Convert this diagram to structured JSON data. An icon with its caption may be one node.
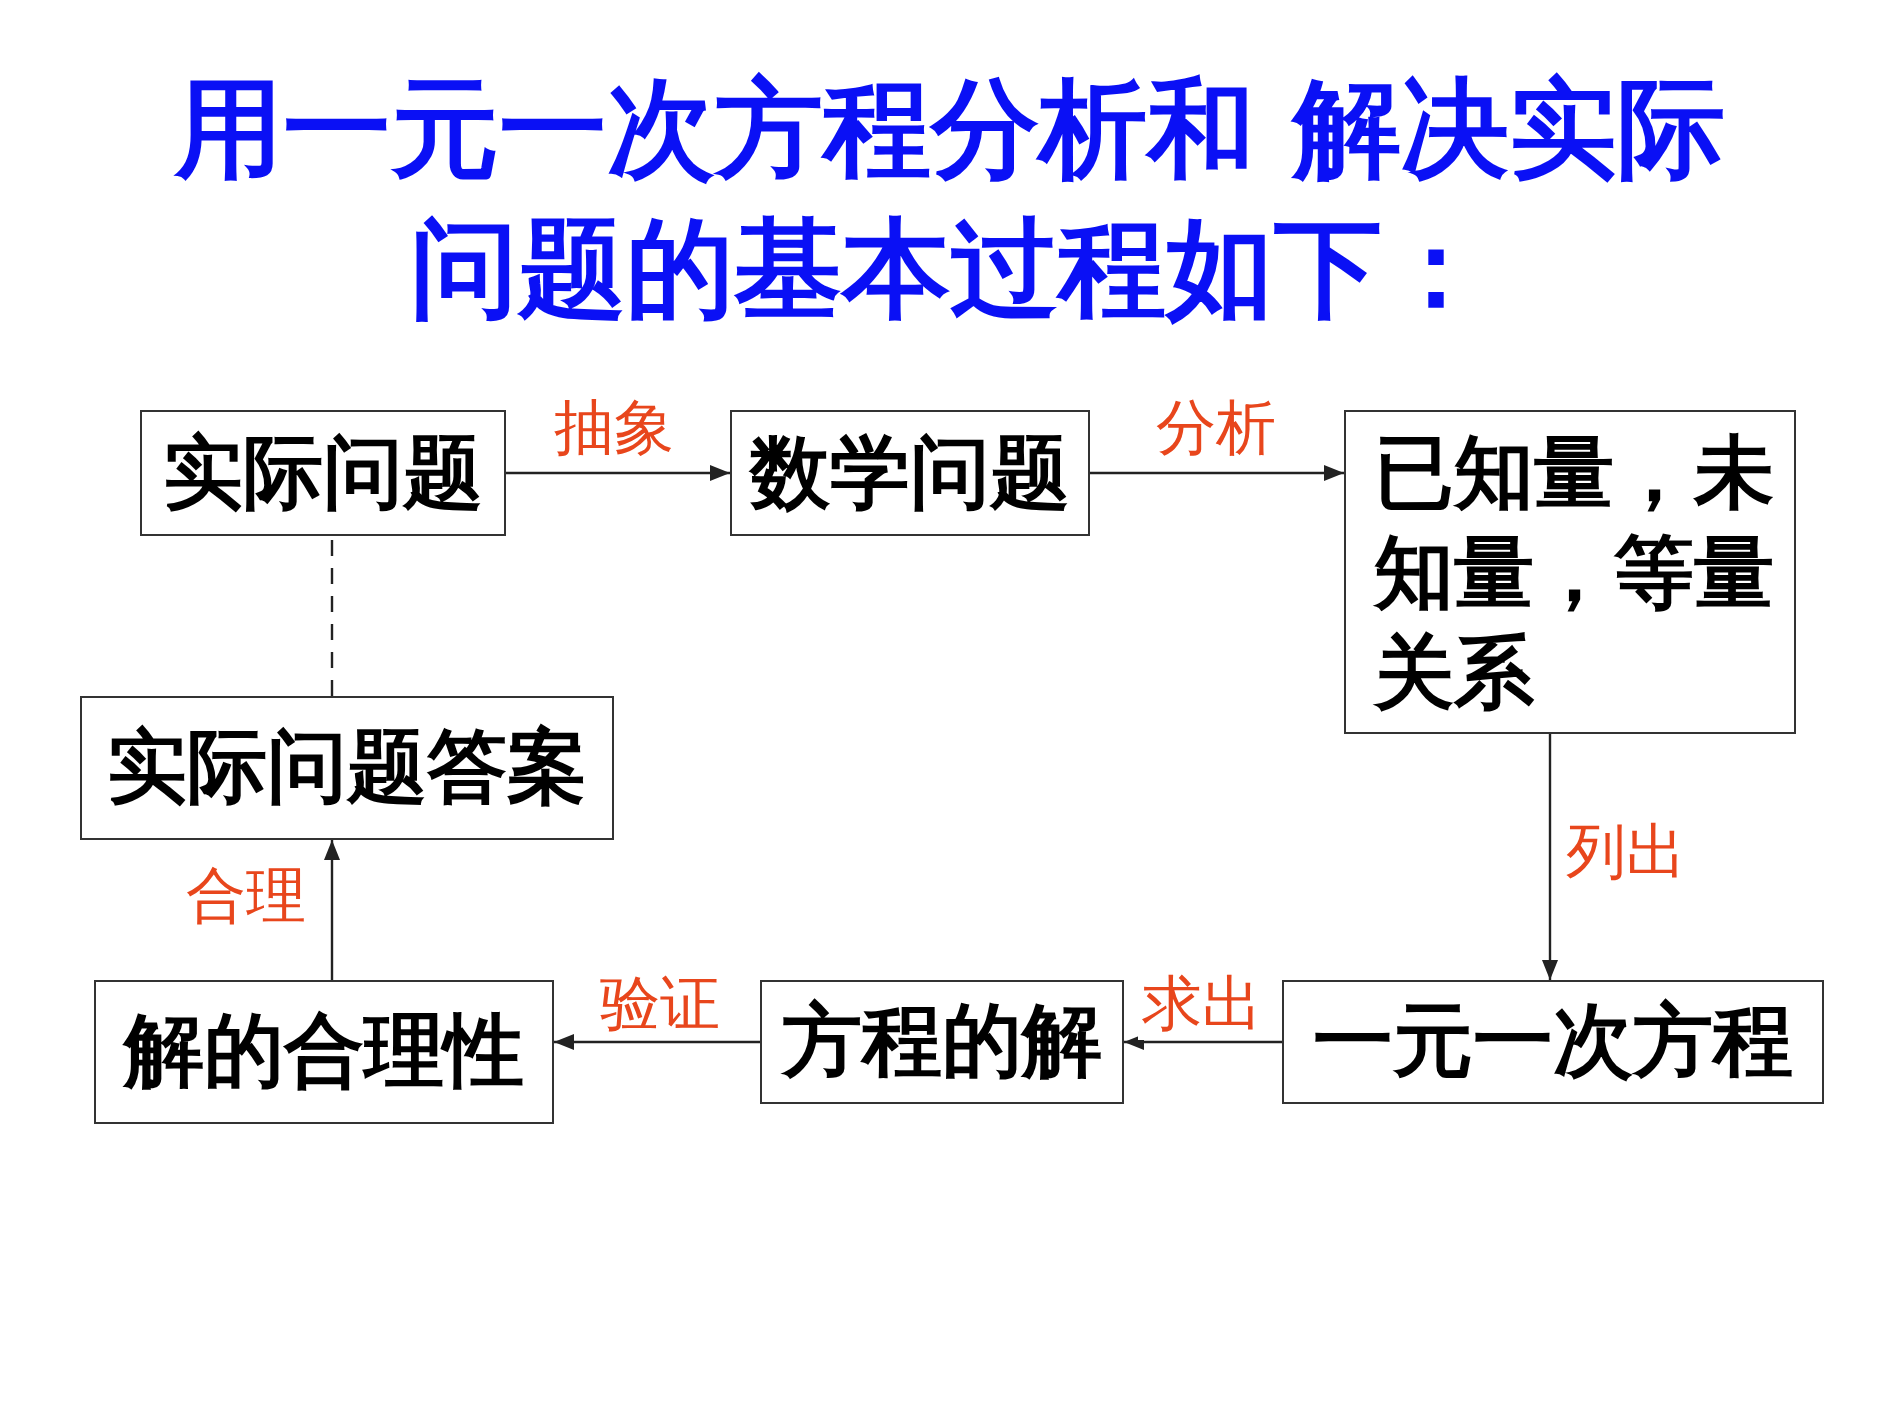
{
  "diagram": {
    "title": "用一元一次方程分析和 解决实际问题的基本过程如下：",
    "nodes": [
      {
        "text": [
          "实际问题"
        ]
      },
      {
        "text": [
          "数学问题"
        ]
      },
      {
        "text": [
          "已知量，未知量，等量关系"
        ]
      },
      {
        "text": [
          "实际问题答案"
        ]
      },
      {
        "text": [
          "解的合理性"
        ]
      },
      {
        "text": [
          "方程的解"
        ]
      },
      {
        "text": [
          "一元一次方程"
        ]
      }
    ],
    "edges": [
      {
        "from": 0,
        "to": 1,
        "arrow": "to",
        "label": "抽象"
      },
      {
        "from": 1,
        "to": 2,
        "arrow": "to",
        "label": "分析"
      },
      {
        "from": 2,
        "to": 6,
        "arrow": "to",
        "label": "列出"
      },
      {
        "from": 6,
        "to": 5,
        "arrow": "to",
        "label": "求出"
      },
      {
        "from": 5,
        "to": 4,
        "arrow": "to",
        "label": "验证"
      },
      {
        "from": 4,
        "to": 3,
        "arrow": "to",
        "label": "合理"
      },
      {
        "from": 3,
        "to": 0,
        "arrow": "none",
        "style": "dashed"
      }
    ]
  }
}
